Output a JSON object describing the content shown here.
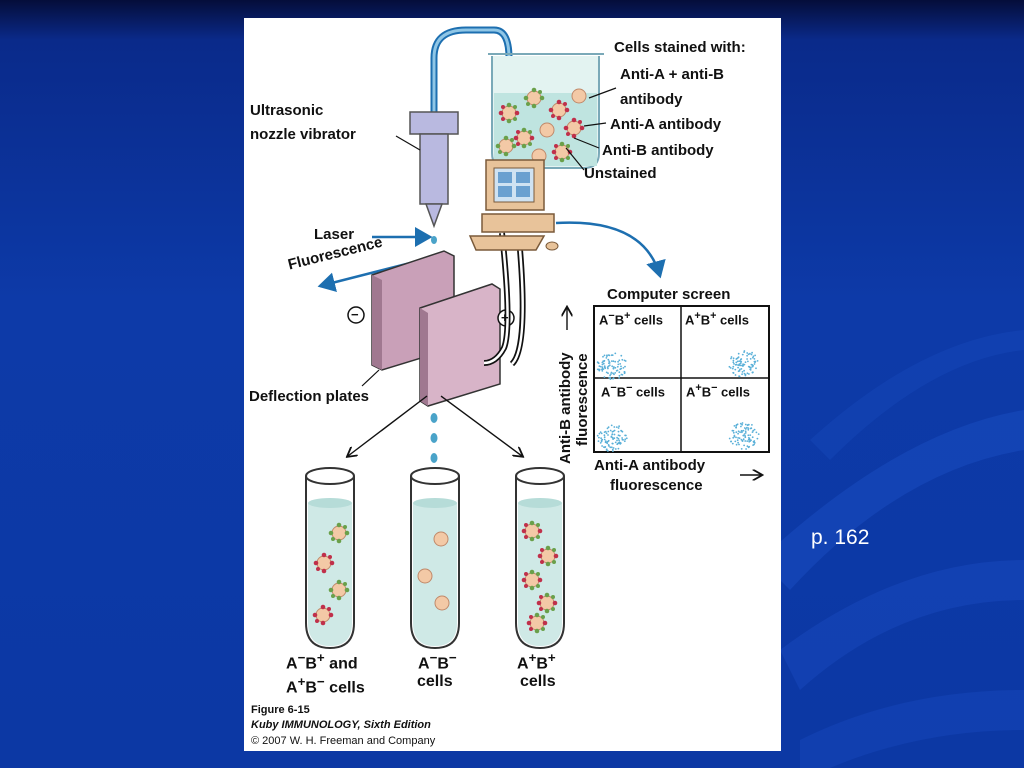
{
  "slide": {
    "page_ref": "p. 162",
    "colors": {
      "background": "#0c38a4",
      "panel": "#ffffff",
      "liquid": "#cfe9e6",
      "plate": "#d8b4c8"
    }
  },
  "figure": {
    "stained_header": "Cells stained with:",
    "legend": [
      "Anti-A + anti-B",
      "antibody",
      "Anti-A antibody",
      "Anti-B antibody",
      "Unstained"
    ],
    "nozzle": [
      "Ultrasonic",
      "nozzle vibrator"
    ],
    "laser": "Laser",
    "fluorescence": "Fluorescence",
    "minus": "−",
    "plus": "+",
    "deflection": "Deflection plates",
    "screen": {
      "title": "Computer screen",
      "quadrants": {
        "tl": [
          "A",
          "−",
          "B",
          "+",
          " cells"
        ],
        "tr": [
          "A",
          "+",
          "B",
          "+",
          " cells"
        ],
        "bl": [
          "A",
          "−",
          "B",
          "−",
          " cells"
        ],
        "br": [
          "A",
          "+",
          "B",
          "−",
          " cells"
        ]
      },
      "y_axis": [
        "Anti-B antibody",
        "fluorescence"
      ],
      "x_axis": [
        "Anti-A antibody",
        "fluorescence"
      ]
    },
    "tubes": {
      "left": [
        "A",
        "−",
        "B",
        "+",
        " and",
        "A",
        "+",
        "B",
        "−",
        " cells"
      ],
      "middle": [
        "A",
        "−",
        "B",
        "−",
        "cells"
      ],
      "right": [
        "A",
        "+",
        "B",
        "+",
        "cells"
      ]
    },
    "caption": {
      "figure": "Figure 6-15",
      "book": "Kuby IMMUNOLOGY, Sixth Edition",
      "copyright": "© 2007 W. H. Freeman and Company"
    }
  }
}
